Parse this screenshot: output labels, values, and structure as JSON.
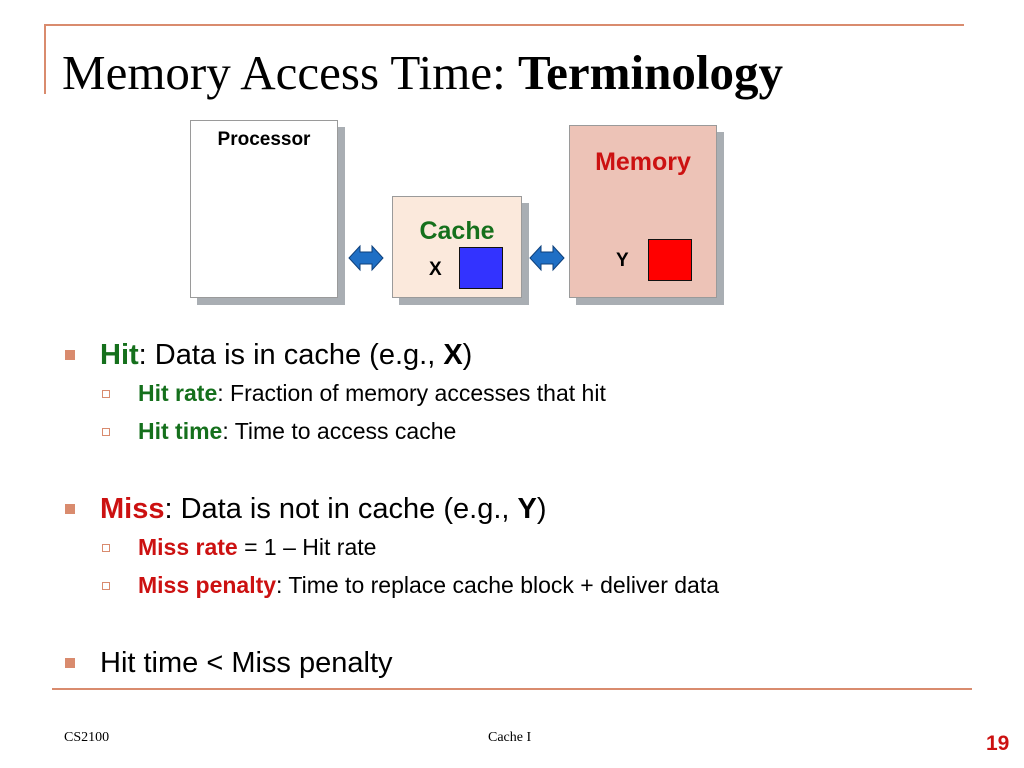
{
  "title": {
    "normal": "Memory Access Time: ",
    "bold": "Terminology"
  },
  "diagram": {
    "processor_label": "Processor",
    "cache_label": "Cache",
    "cache_item": "X",
    "memory_label": "Memory",
    "memory_item": "Y",
    "colors": {
      "cache_block": "#3333ff",
      "memory_block": "#ff0000",
      "arrow_fill": "#1f6fc5"
    }
  },
  "bullets": {
    "hit": {
      "term": "Hit",
      "text": ": Data is in cache (e.g., ",
      "example": "X",
      "close": ")"
    },
    "hit_rate": {
      "term": "Hit rate",
      "text": ": Fraction of memory accesses that hit"
    },
    "hit_time": {
      "term": "Hit time",
      "text": ": Time to access cache"
    },
    "miss": {
      "term": "Miss",
      "text": ": Data is not in cache (e.g., ",
      "example": "Y",
      "close": ")"
    },
    "miss_rate": {
      "term": "Miss rate",
      "text": " = 1 – Hit rate"
    },
    "miss_penalty": {
      "term": "Miss penalty",
      "text": ": Time to replace cache block + deliver data"
    },
    "summary": {
      "text": "Hit time < Miss penalty"
    }
  },
  "footer": {
    "course": "CS2100",
    "topic": "Cache I",
    "page": "19"
  }
}
